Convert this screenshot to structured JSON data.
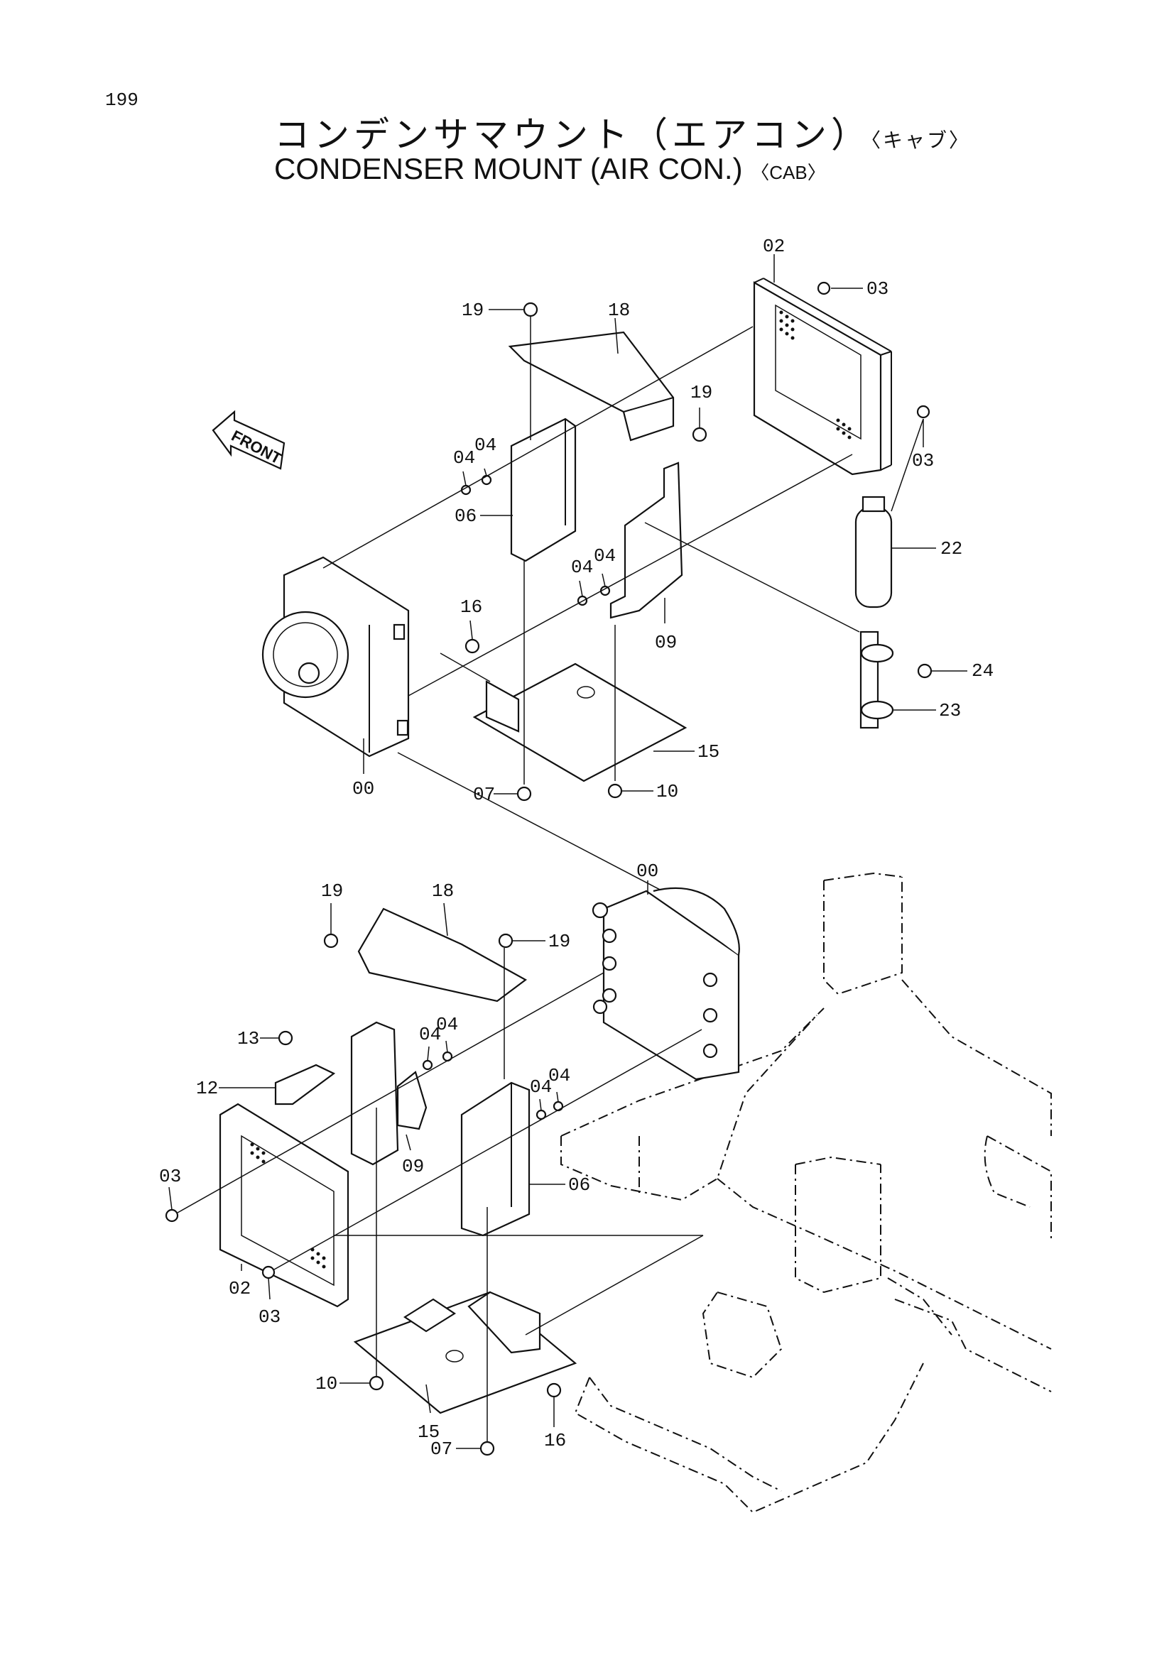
{
  "page": {
    "number": "199",
    "title_jp_main": "コンデンサマウント（エアコン）",
    "title_jp_sub": "〈キャブ〉",
    "title_en_main": "CONDENSER MOUNT (AIR CON.)",
    "title_en_sub": "〈CAB〉"
  },
  "front_marker": "FRONT",
  "callouts_top": [
    "02",
    "03",
    "19",
    "18",
    "19",
    "03",
    "04",
    "04",
    "06",
    "22",
    "04",
    "04",
    "16",
    "09",
    "24",
    "23",
    "00",
    "15",
    "07",
    "10"
  ],
  "callouts_bottom": [
    "00",
    "19",
    "18",
    "19",
    "13",
    "04",
    "04",
    "12",
    "04",
    "04",
    "09",
    "03",
    "06",
    "02",
    "03",
    "10",
    "15",
    "16",
    "07"
  ]
}
